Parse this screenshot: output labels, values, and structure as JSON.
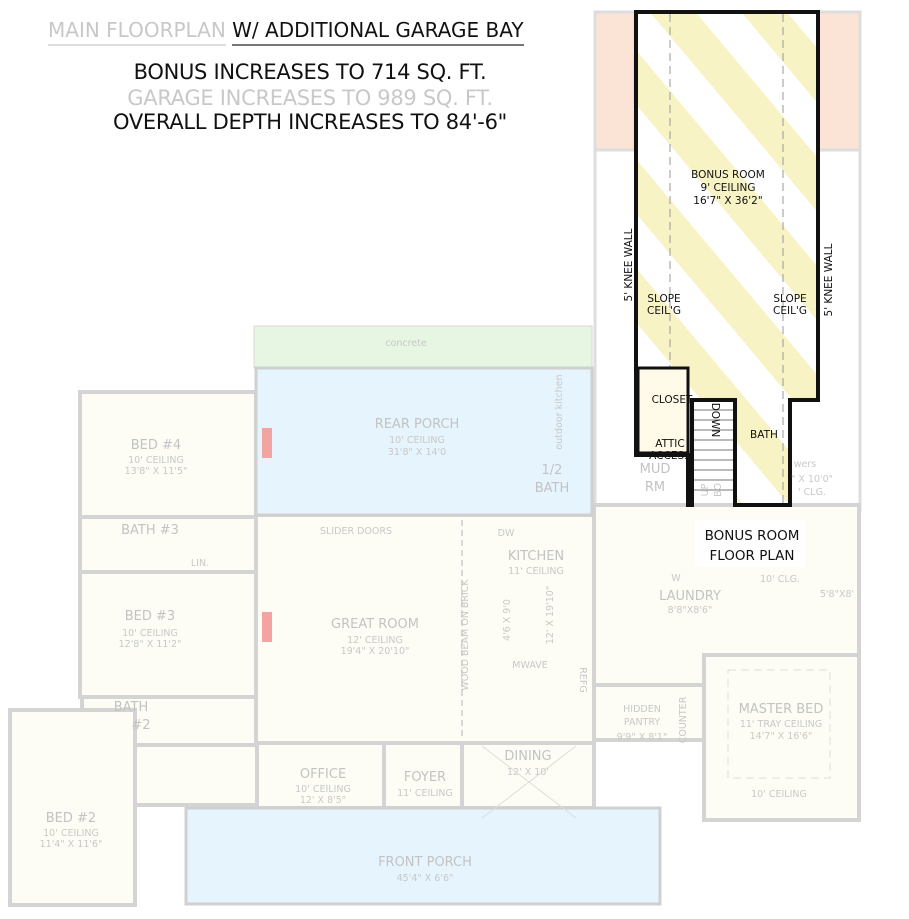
{
  "header": {
    "title_faded": "MAIN FLOORPLAN",
    "title_main": "W/ ADDITIONAL GARAGE BAY",
    "line1": "BONUS INCREASES TO 714 SQ. FT.",
    "line2": "GARAGE INCREASES TO 989 SQ. FT.",
    "line3": "OVERALL DEPTH INCREASES TO 84'-6\""
  },
  "colors": {
    "bonus_stripe": "#f8f3c4",
    "porch": "#e6f4fd",
    "concrete": "#e6f6e3",
    "garage": "#fbe4d6",
    "floor": "#fdfdf6",
    "wall": "#cfcfcf",
    "fireplace": "#f4a3a3"
  },
  "bonus": {
    "name": "BONUS ROOM",
    "ceiling": "9' CEILING",
    "size": "16'7\" X 36'2\"",
    "knee_left": "5' KNEE WALL",
    "knee_right": "5' KNEE WALL",
    "slope": "SLOPE",
    "ceilg": "CEIL'G",
    "closet": "CLOSET",
    "attic1": "ATTIC",
    "attic2": "ACCESS",
    "down": "DOWN",
    "bath": "BATH",
    "plan1": "BONUS ROOM",
    "plan2": "FLOOR PLAN"
  },
  "rooms": {
    "concrete": "concrete",
    "rear_porch": {
      "name": "REAR PORCH",
      "ceiling": "10' CEILING",
      "size": "31'8\" X 14'0"
    },
    "outdoor_kitchen": "outdoor kitchen",
    "half_bath1": "1/2",
    "half_bath2": "BATH",
    "mud1": "MUD",
    "mud2": "RM",
    "bed4": {
      "name": "BED #4",
      "ceiling": "10' CEILING",
      "size": "13'8\" X 11'5\""
    },
    "bath3": "BATH #3",
    "lin": "LIN.",
    "slider": "SLIDER DOORS",
    "bed3": {
      "name": "BED #3",
      "ceiling": "10' CEILING",
      "size": "12'8\" X 11'2\""
    },
    "great": {
      "name": "GREAT ROOM",
      "ceiling": "12' CEILING",
      "size": "19'4\" X 20'10\""
    },
    "beam": "WOOD BEAM ON BRICK",
    "kitchen": {
      "name": "KITCHEN",
      "ceiling": "11' CEILING",
      "island": "4'6 X 9'0",
      "size": "12' X 19'10\"",
      "dw": "DW",
      "mwave": "MWAVE",
      "refrig": "REFG"
    },
    "laundry": {
      "name": "LAUNDRY",
      "size": "8'8\"X8'6\"",
      "w": "W"
    },
    "bath2a": "BATH",
    "bath2b": "#2",
    "bed2": {
      "name": "BED #2",
      "ceiling": "10' CEILING",
      "size": "11'4\" X 11'6\""
    },
    "office": {
      "name": "OFFICE",
      "ceiling": "10' CEILING",
      "size": "12' X 8'5\""
    },
    "foyer": {
      "name": "FOYER",
      "ceiling": "11' CEILING"
    },
    "dining": {
      "name": "DINING",
      "size": "12' X 10'"
    },
    "pantry": {
      "name1": "HIDDEN",
      "name2": "PANTRY",
      "size": "9'9\" X 8'1\"",
      "counter": "COUNTER"
    },
    "master": {
      "name": "MASTER BED",
      "ceiling": "11' TRAY CEILING",
      "size": "14'7\" X 16'6\"",
      "ceiling2": "10' CEILING"
    },
    "shower": "5'8\"X8'",
    "front_porch": {
      "name": "FRONT PORCH",
      "size": "45'4\" X 6'6\""
    },
    "mbath": {
      "a": "wers",
      "b": "\" X 10'0\"",
      "c": "' CLG.",
      "d": "10' CLG."
    },
    "up": "UP",
    "bo": "BO"
  }
}
